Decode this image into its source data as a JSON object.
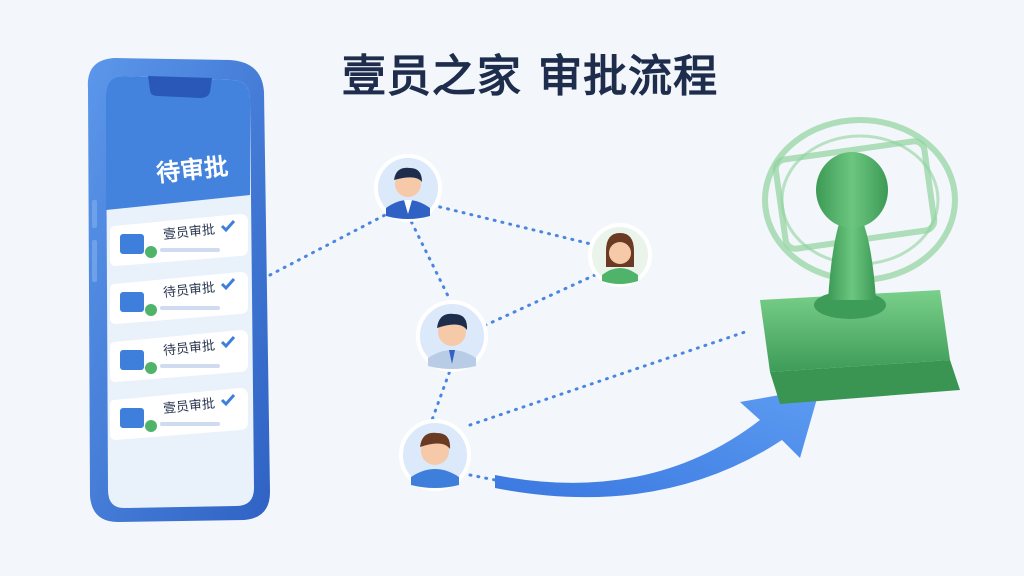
{
  "title": "壹员之家 审批流程",
  "phone": {
    "header": "待审批",
    "items": [
      {
        "label": "壹员审批"
      },
      {
        "label": "待员审批"
      },
      {
        "label": "待员审批"
      },
      {
        "label": "壹员审批"
      }
    ]
  },
  "colors": {
    "phone_blue": "#3f7fdc",
    "accent_blue": "#4a86e0",
    "stamp_green": "#4fb46a",
    "title_navy": "#1f2d4d"
  },
  "icons": [
    "user-card-icon",
    "check-icon",
    "avatar-icon",
    "stamp-icon",
    "arrow-icon"
  ]
}
